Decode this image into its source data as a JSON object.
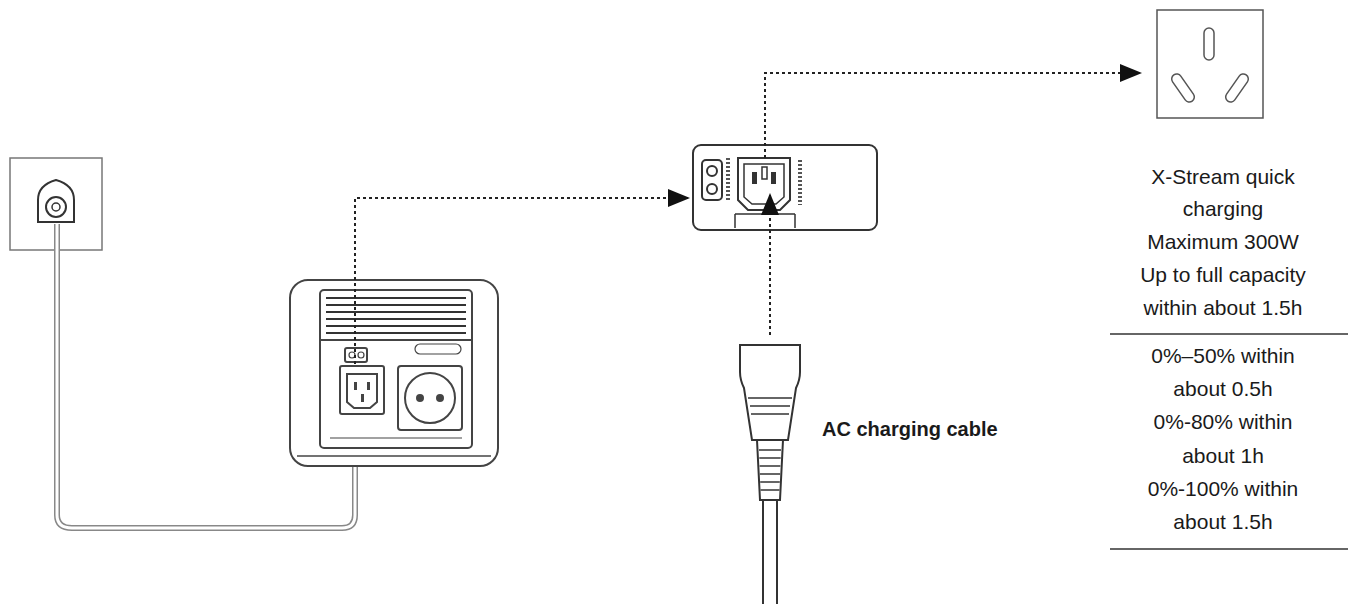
{
  "diagram": {
    "labels": [
      "AC charging cable",
      "X-Stream quick",
      "charging",
      "Maximum 300W",
      "Up to full capacity",
      "within about 1.5h",
      "0%–50% within",
      "about 0.5h",
      "0%-80% within",
      "about 1h",
      "0%-100% within",
      "about 1.5h"
    ]
  }
}
